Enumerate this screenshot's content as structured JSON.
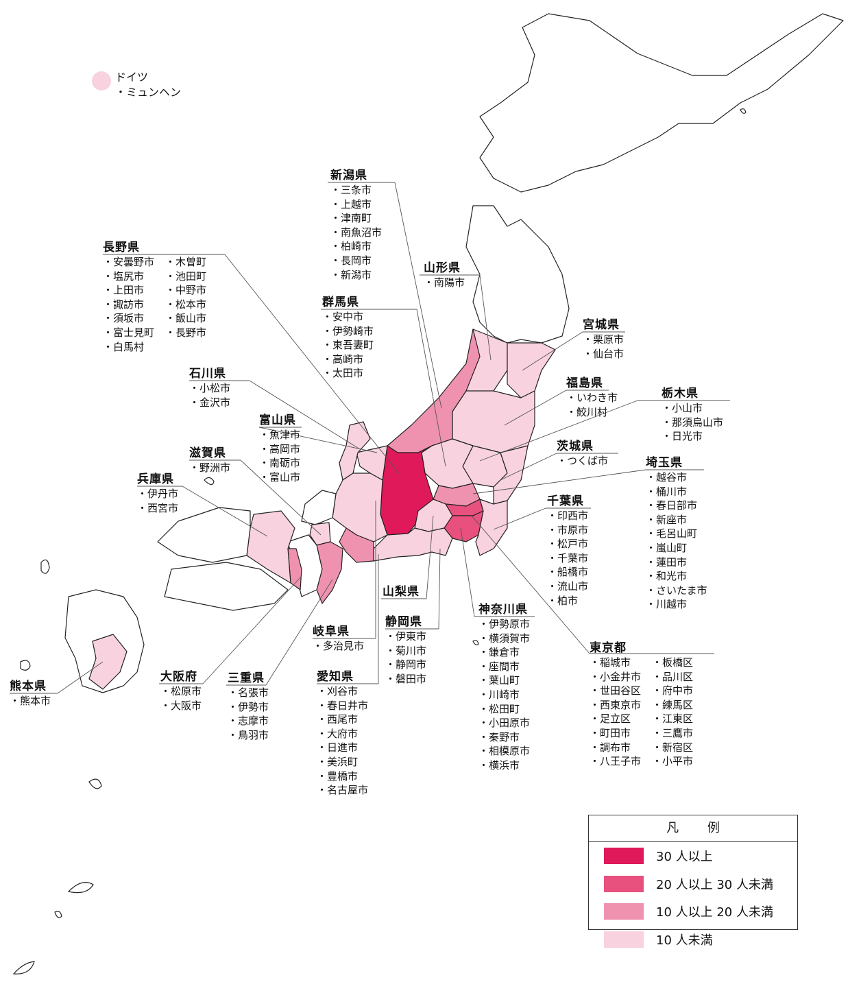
{
  "colors": {
    "level_30_plus": "#e0195a",
    "level_20_30": "#e8507e",
    "level_10_20": "#ef92b0",
    "level_under_10": "#f8d2de",
    "outline": "#222222",
    "leader": "#555555"
  },
  "legend": {
    "title": "凡 例",
    "items": [
      {
        "label": "30 人以上",
        "color_key": "level_30_plus"
      },
      {
        "label": "20 人以上 30 人未満",
        "color_key": "level_20_30"
      },
      {
        "label": "10 人以上 20 人未満",
        "color_key": "level_10_20"
      },
      {
        "label": "10 人未満",
        "color_key": "level_under_10"
      }
    ]
  },
  "germany": {
    "country": "ドイツ",
    "city": "・ミュンヘン"
  },
  "prefectures": [
    {
      "id": "nagano",
      "name": "長野県",
      "level": "level_30_plus",
      "columns": [
        [
          "安曇野市",
          "塩尻市",
          "上田市",
          "諏訪市",
          "須坂市",
          "富士見町",
          "白馬村"
        ],
        [
          "木曽町",
          "池田町",
          "中野市",
          "松本市",
          "飯山市",
          "長野市"
        ]
      ]
    },
    {
      "id": "niigata",
      "name": "新潟県",
      "level": "level_10_20",
      "columns": [
        [
          "三条市",
          "上越市",
          "津南町",
          "南魚沼市",
          "柏崎市",
          "長岡市",
          "新潟市"
        ]
      ]
    },
    {
      "id": "yamagata",
      "name": "山形県",
      "level": "level_under_10",
      "columns": [
        [
          "南陽市"
        ]
      ]
    },
    {
      "id": "gunma",
      "name": "群馬県",
      "level": "level_under_10",
      "columns": [
        [
          "安中市",
          "伊勢崎市",
          "東吾妻町",
          "高崎市",
          "太田市"
        ]
      ]
    },
    {
      "id": "miyagi",
      "name": "宮城県",
      "level": "level_under_10",
      "columns": [
        [
          "栗原市",
          "仙台市"
        ]
      ]
    },
    {
      "id": "fukushima",
      "name": "福島県",
      "level": "level_under_10",
      "columns": [
        [
          "いわき市",
          "鮫川村"
        ]
      ]
    },
    {
      "id": "tochigi",
      "name": "栃木県",
      "level": "level_under_10",
      "columns": [
        [
          "小山市",
          "那須烏山市",
          "日光市"
        ]
      ]
    },
    {
      "id": "ibaraki",
      "name": "茨城県",
      "level": "level_under_10",
      "columns": [
        [
          "つくば市"
        ]
      ]
    },
    {
      "id": "saitama",
      "name": "埼玉県",
      "level": "level_10_20",
      "columns": [
        [
          "越谷市",
          "桶川市",
          "春日部市",
          "新座市",
          "毛呂山町",
          "嵐山町",
          "蓮田市",
          "和光市",
          "さいたま市",
          "川越市"
        ]
      ]
    },
    {
      "id": "chiba",
      "name": "千葉県",
      "level": "level_under_10",
      "columns": [
        [
          "印西市",
          "市原市",
          "松戸市",
          "千葉市",
          "船橋市",
          "流山市",
          "柏市"
        ]
      ]
    },
    {
      "id": "tokyo",
      "name": "東京都",
      "level": "level_20_30",
      "columns": [
        [
          "稲城市",
          "小金井市",
          "世田谷区",
          "西東京市",
          "足立区",
          "町田市",
          "調布市",
          "八王子市"
        ],
        [
          "板橋区",
          "品川区",
          "府中市",
          "練馬区",
          "江東区",
          "三鷹市",
          "新宿区",
          "小平市"
        ]
      ]
    },
    {
      "id": "kanagawa",
      "name": "神奈川県",
      "level": "level_20_30",
      "columns": [
        [
          "伊勢原市",
          "横須賀市",
          "鎌倉市",
          "座間市",
          "葉山町",
          "川崎市",
          "松田町",
          "小田原市",
          "秦野市",
          "相模原市",
          "横浜市"
        ]
      ]
    },
    {
      "id": "ishikawa",
      "name": "石川県",
      "level": "level_under_10",
      "columns": [
        [
          "小松市",
          "金沢市"
        ]
      ]
    },
    {
      "id": "toyama",
      "name": "富山県",
      "level": "level_under_10",
      "columns": [
        [
          "魚津市",
          "高岡市",
          "南砺市",
          "富山市"
        ]
      ]
    },
    {
      "id": "shiga",
      "name": "滋賀県",
      "level": "level_under_10",
      "columns": [
        [
          "野洲市"
        ]
      ]
    },
    {
      "id": "hyogo",
      "name": "兵庫県",
      "level": "level_under_10",
      "columns": [
        [
          "伊丹市",
          "西宮市"
        ]
      ]
    },
    {
      "id": "yamanashi",
      "name": "山梨県",
      "level": "level_under_10",
      "columns": []
    },
    {
      "id": "shizuoka",
      "name": "静岡県",
      "level": "level_under_10",
      "columns": [
        [
          "伊東市",
          "菊川市",
          "静岡市",
          "磐田市"
        ]
      ]
    },
    {
      "id": "gifu",
      "name": "岐阜県",
      "level": "level_under_10",
      "columns": [
        [
          "多治見市"
        ]
      ]
    },
    {
      "id": "aichi",
      "name": "愛知県",
      "level": "level_10_20",
      "columns": [
        [
          "刈谷市",
          "春日井市",
          "西尾市",
          "大府市",
          "日進市",
          "美浜町",
          "豊橋市",
          "名古屋市"
        ]
      ]
    },
    {
      "id": "mie",
      "name": "三重県",
      "level": "level_10_20",
      "columns": [
        [
          "名張市",
          "伊勢市",
          "志摩市",
          "鳥羽市"
        ]
      ]
    },
    {
      "id": "osaka",
      "name": "大阪府",
      "level": "level_10_20",
      "columns": [
        [
          "松原市",
          "大阪市"
        ]
      ]
    },
    {
      "id": "kumamoto",
      "name": "熊本県",
      "level": "level_under_10",
      "columns": [
        [
          "熊本市"
        ]
      ]
    }
  ]
}
